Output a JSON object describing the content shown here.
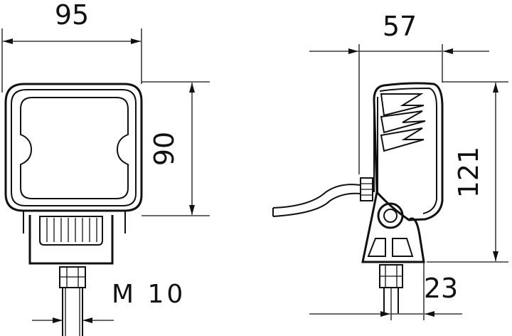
{
  "front_view": {
    "width_label": "95",
    "height_label": "90",
    "thread_label": "M 10"
  },
  "side_view": {
    "depth_label": "57",
    "height_label": "121",
    "bolt_offset_label": "23"
  }
}
